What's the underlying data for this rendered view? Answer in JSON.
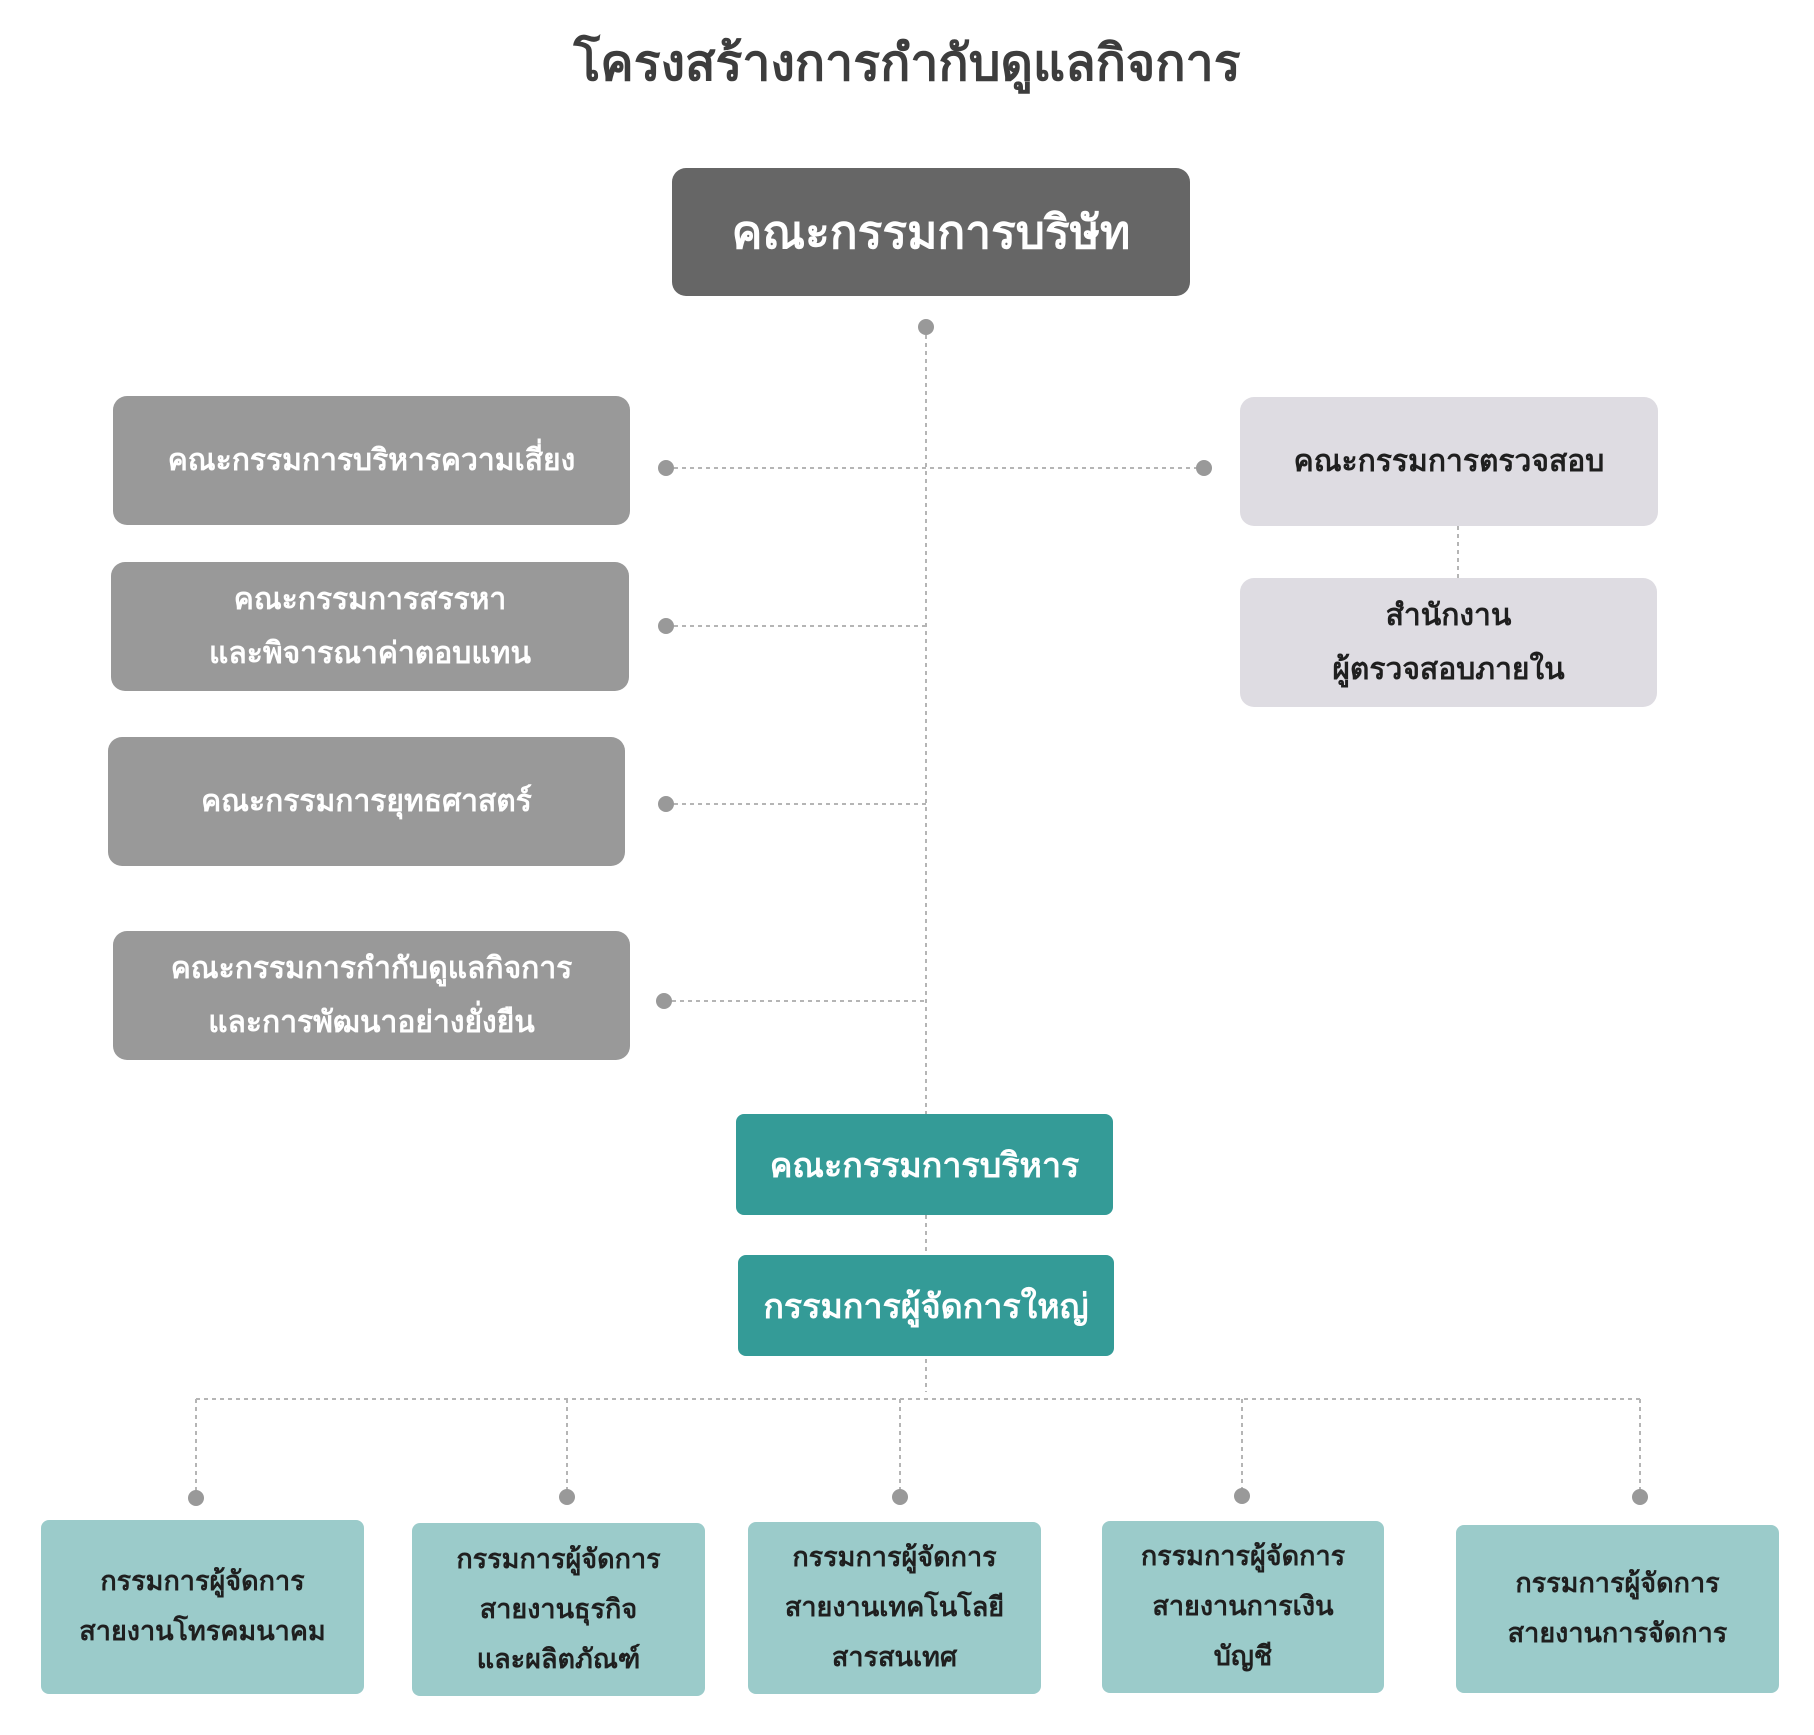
{
  "title": "โครงสร้างการกำกับดูแลกิจการ",
  "board": {
    "label": "คณะกรรมการบริษัท"
  },
  "left_committees": [
    {
      "label": "คณะกรรมการบริหารความเสี่ยง"
    },
    {
      "label": "คณะกรรมการสรรหา\nและพิจารณาค่าตอบแทน"
    },
    {
      "label": "คณะกรรมการยุทธศาสตร์"
    },
    {
      "label": "คณะกรรมการกำกับดูแลกิจการ\nและการพัฒนาอย่างยั่งยืน"
    }
  ],
  "audit_committee": {
    "label": "คณะกรรมการตรวจสอบ"
  },
  "internal_audit": {
    "label": "สำนักงาน\nผู้ตรวจสอบภายใน"
  },
  "executive_committee": {
    "label": "คณะกรรมการบริหาร"
  },
  "president": {
    "label": "กรรมการผู้จัดการใหญ่"
  },
  "departments": [
    {
      "label": "กรรมการผู้จัดการ\nสายงานโทรคมนาคม"
    },
    {
      "label": "กรรมการผู้จัดการ\nสายงานธุรกิจ\nและผลิตภัณฑ์"
    },
    {
      "label": "กรรมการผู้จัดการ\nสายงานเทคโนโลยี\nสารสนเทศ"
    },
    {
      "label": "กรรมการผู้จัดการ\nสายงานการเงิน\nบัญชี"
    },
    {
      "label": "กรรมการผู้จัดการ\nสายงานการจัดการ"
    }
  ],
  "colors": {
    "board": "#666666",
    "committee": "#999999",
    "audit": "#dedce2",
    "executive": "#349b97",
    "department": "#9bcbca",
    "connector": "#b5b5b5",
    "dot": "#999999"
  }
}
